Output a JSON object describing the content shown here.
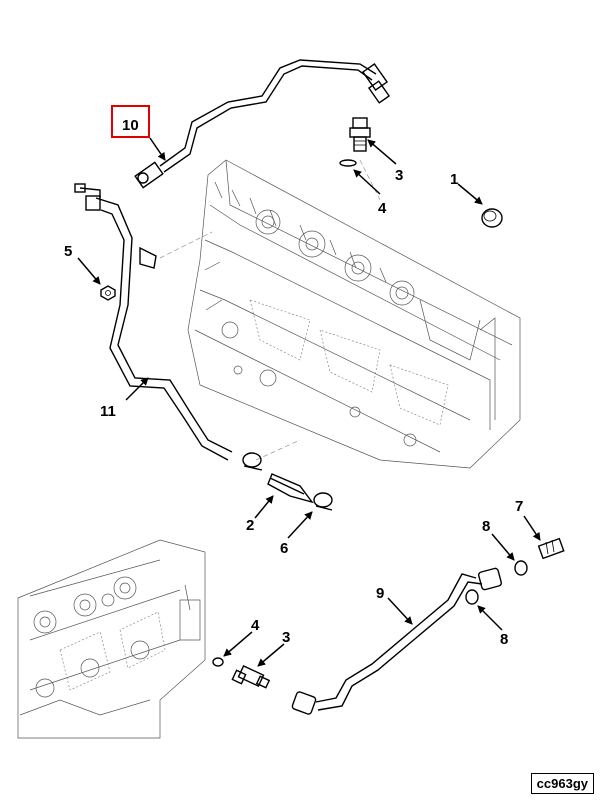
{
  "figure_code": "cc963gy",
  "highlight_color": "#e00000",
  "callouts": {
    "c1": "1",
    "c2": "2",
    "c3a": "3",
    "c3b": "3",
    "c4a": "4",
    "c4b": "4",
    "c5": "5",
    "c6": "6",
    "c7": "7",
    "c8a": "8",
    "c8b": "8",
    "c9": "9",
    "c10": "10",
    "c11": "11"
  }
}
